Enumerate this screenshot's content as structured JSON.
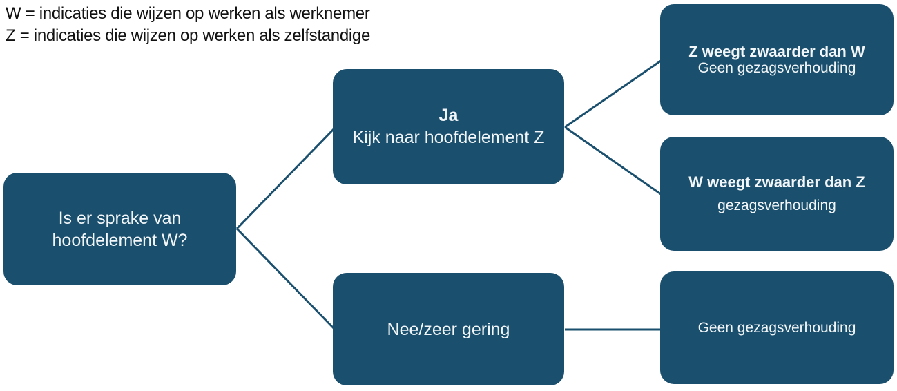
{
  "diagram": {
    "legend": {
      "line1": "W = indicaties die wijzen op werken als werknemer",
      "line2": "Z = indicaties die wijzen op werken als zelfstandige"
    },
    "nodes": {
      "root": {
        "title": "Is er sprake van hoofdelement W?"
      },
      "ja": {
        "title": "Ja",
        "subtitle": "Kijk naar hoofdelement Z"
      },
      "nee": {
        "title": "Nee/zeer gering"
      },
      "z_heavier": {
        "title": "Z weegt zwaarder dan W",
        "subtitle": "Geen gezagsverhouding"
      },
      "w_heavier": {
        "title": "W weegt zwaarder dan Z",
        "subtitle": "gezagsverhouding"
      },
      "geen_gezag": {
        "title": "Geen gezagsverhouding"
      }
    },
    "colors": {
      "node_fill": "#1a4f6e",
      "node_text": "#f2f6f8",
      "connector": "#1a4f6e",
      "legend_text": "#111111",
      "background": "#ffffff"
    }
  }
}
